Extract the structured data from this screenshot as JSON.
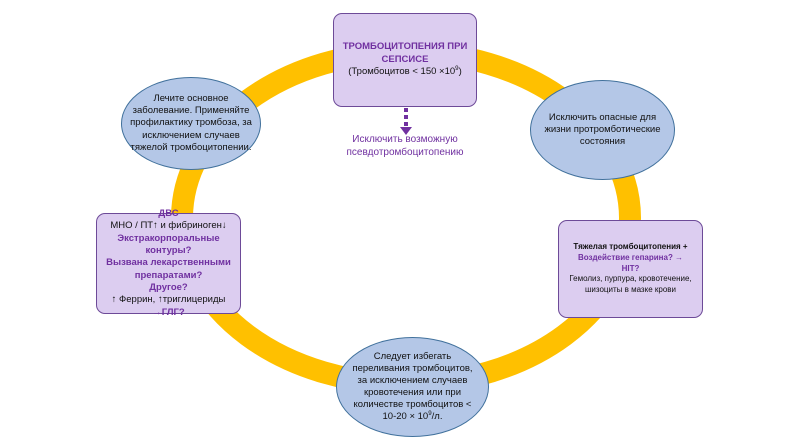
{
  "colors": {
    "ring": "#FFC000",
    "rect_fill": "#dccdf0",
    "rect_border": "#6d4a98",
    "oval_fill": "#b4c7e7",
    "oval_border": "#41719c",
    "accent_text": "#7030a0"
  },
  "top_box": {
    "title_line1": "ТРОМБОЦИТОПЕНИЯ ПРИ",
    "title_line2": "СЕПСИСЕ",
    "subtitle_prefix": "(Тромбоцитов < 150 ×10",
    "subtitle_exp": "9",
    "subtitle_suffix": ")"
  },
  "pseudo_note": {
    "line1": "Исключить возможную",
    "line2": "псевдотромбоцитопению",
    "arrow_icon": "dashed-down-arrow"
  },
  "left_oval": {
    "lines": [
      "Лечите основное",
      "заболевание. Применяйте",
      "профилактику тромбоза, за",
      "исключением случаев",
      "тяжелой тромбоцитопении."
    ]
  },
  "right_oval": {
    "lines": [
      "Исключить опасные для",
      "жизни протромботические",
      "состояния"
    ]
  },
  "left_box": {
    "line1": "ДВС",
    "line2": "МНО / ПТ↑  и фибриноген↓",
    "line3": "Экстракорпоральные контуры?",
    "line4": "Вызвана лекарственными",
    "line5": "препаратами?",
    "line6": "Другое?",
    "line7": "↑ Феррин, ↑триглицериды",
    "line8": "→ГЛГ?"
  },
  "right_box": {
    "line1": "Тяжелая тромбоцитопения +",
    "line2": "Воздействие гепарина? →",
    "line3": "HIT?",
    "line4": "Гемолиз, пурпура, кровотечение,",
    "line5": "шизоциты в мазке крови"
  },
  "bottom_oval": {
    "lines": [
      "Следует избегать",
      "переливания тромбоцитов,",
      "за исключением случаев",
      "кровотечения или при",
      "количестве тромбоцитов <"
    ],
    "last_prefix": "10-20 ×  10",
    "last_exp": "9",
    "last_suffix": "/л."
  }
}
